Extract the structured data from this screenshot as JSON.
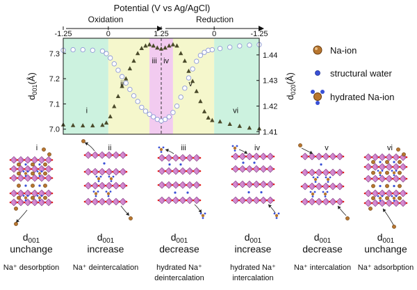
{
  "top_axis": {
    "title": "Potential (V vs Ag/AgCl)",
    "direction_left": "Oxidation",
    "direction_right": "Reduction",
    "ticks": [
      "-1.25",
      "0",
      "1.25",
      "0",
      "-1.25"
    ]
  },
  "chart_data": {
    "type": "scatter",
    "x_range": [
      0,
      1
    ],
    "left_axis": {
      "label_base": "d",
      "label_sub": "001",
      "label_unit": "(Å)",
      "range": [
        6.98,
        7.36
      ],
      "ticks": [
        "7.0",
        "7.1",
        "7.2",
        "7.3"
      ]
    },
    "right_axis": {
      "label_base": "d",
      "label_sub": "020",
      "label_unit": "(Å)",
      "range": [
        1.409,
        1.4465
      ],
      "ticks": [
        "1.41",
        "1.42",
        "1.43",
        "1.44"
      ]
    },
    "regions": [
      {
        "label": "i",
        "x_start": 0.0,
        "x_end": 0.23,
        "color": "#ccf2df"
      },
      {
        "label": "ii",
        "x_start": 0.23,
        "x_end": 0.44,
        "color": "#f5f7cc"
      },
      {
        "label": "iii",
        "x_start": 0.44,
        "x_end": 0.5,
        "color": "#f2cbf0"
      },
      {
        "label": "iv",
        "x_start": 0.5,
        "x_end": 0.56,
        "color": "#f2cbf0"
      },
      {
        "label": "v",
        "x_start": 0.56,
        "x_end": 0.77,
        "color": "#f5f7cc"
      },
      {
        "label": "vi",
        "x_start": 0.77,
        "x_end": 1.0,
        "color": "#ccf2df"
      }
    ],
    "series": [
      {
        "axis": "left",
        "marker": "triangle",
        "color": "#4a4a2a",
        "points": [
          [
            0.0,
            7.018
          ],
          [
            0.05,
            7.015
          ],
          [
            0.1,
            7.014
          ],
          [
            0.15,
            7.014
          ],
          [
            0.2,
            7.016
          ],
          [
            0.22,
            7.025
          ],
          [
            0.24,
            7.05
          ],
          [
            0.26,
            7.09
          ],
          [
            0.28,
            7.13
          ],
          [
            0.3,
            7.17
          ],
          [
            0.32,
            7.2
          ],
          [
            0.34,
            7.24
          ],
          [
            0.36,
            7.27
          ],
          [
            0.38,
            7.3
          ],
          [
            0.4,
            7.32
          ],
          [
            0.42,
            7.33
          ],
          [
            0.44,
            7.335
          ],
          [
            0.46,
            7.33
          ],
          [
            0.48,
            7.322
          ],
          [
            0.5,
            7.318
          ],
          [
            0.52,
            7.322
          ],
          [
            0.54,
            7.33
          ],
          [
            0.56,
            7.335
          ],
          [
            0.58,
            7.33
          ],
          [
            0.6,
            7.3
          ],
          [
            0.62,
            7.27
          ],
          [
            0.64,
            7.23
          ],
          [
            0.66,
            7.19
          ],
          [
            0.68,
            7.15
          ],
          [
            0.7,
            7.11
          ],
          [
            0.72,
            7.07
          ],
          [
            0.74,
            7.045
          ],
          [
            0.76,
            7.035
          ],
          [
            0.8,
            7.03
          ],
          [
            0.85,
            7.02
          ],
          [
            0.9,
            7.012
          ],
          [
            0.95,
            7.005
          ],
          [
            1.0,
            7.002
          ]
        ]
      },
      {
        "axis": "right",
        "marker": "circle",
        "color": "#8d99d6",
        "points": [
          [
            0.0,
            1.4418
          ],
          [
            0.05,
            1.442
          ],
          [
            0.1,
            1.442
          ],
          [
            0.15,
            1.4418
          ],
          [
            0.2,
            1.4415
          ],
          [
            0.22,
            1.4405
          ],
          [
            0.24,
            1.4388
          ],
          [
            0.26,
            1.4365
          ],
          [
            0.28,
            1.434
          ],
          [
            0.3,
            1.4315
          ],
          [
            0.32,
            1.429
          ],
          [
            0.34,
            1.4265
          ],
          [
            0.36,
            1.424
          ],
          [
            0.38,
            1.4218
          ],
          [
            0.4,
            1.4195
          ],
          [
            0.42,
            1.418
          ],
          [
            0.44,
            1.4168
          ],
          [
            0.46,
            1.4158
          ],
          [
            0.48,
            1.4148
          ],
          [
            0.5,
            1.4142
          ],
          [
            0.52,
            1.4148
          ],
          [
            0.54,
            1.4158
          ],
          [
            0.56,
            1.4175
          ],
          [
            0.58,
            1.42
          ],
          [
            0.6,
            1.4235
          ],
          [
            0.62,
            1.427
          ],
          [
            0.64,
            1.431
          ],
          [
            0.66,
            1.4345
          ],
          [
            0.68,
            1.4375
          ],
          [
            0.7,
            1.4398
          ],
          [
            0.72,
            1.441
          ],
          [
            0.74,
            1.4418
          ],
          [
            0.76,
            1.442
          ],
          [
            0.8,
            1.4425
          ],
          [
            0.85,
            1.443
          ],
          [
            0.9,
            1.4435
          ],
          [
            0.95,
            1.4438
          ],
          [
            1.0,
            1.444
          ]
        ]
      }
    ]
  },
  "legend": [
    {
      "icon": "na-ion-icon",
      "label": "Na-ion"
    },
    {
      "icon": "structural-water-icon",
      "label": "structural water"
    },
    {
      "icon": "hydrated-na-ion-icon",
      "label": "hydrated Na-ion"
    }
  ],
  "stages": [
    {
      "label": "i",
      "caption_base": "d",
      "caption_sub": "001",
      "caption_action": "unchange",
      "mech_line1": "Na⁺ desorbption",
      "mech_line2": ""
    },
    {
      "label": "ii",
      "caption_base": "d",
      "caption_sub": "001",
      "caption_action": "increase",
      "mech_line1": "Na⁺ deintercalation",
      "mech_line2": ""
    },
    {
      "label": "iii",
      "caption_base": "d",
      "caption_sub": "001",
      "caption_action": "decrease",
      "mech_line1": "hydrated Na⁺",
      "mech_line2": "deintercalation"
    },
    {
      "label": "iv",
      "caption_base": "d",
      "caption_sub": "001",
      "caption_action": "increase",
      "mech_line1": "hydrated Na⁺",
      "mech_line2": "intercalation"
    },
    {
      "label": "v",
      "caption_base": "d",
      "caption_sub": "001",
      "caption_action": "decrease",
      "mech_line1": "Na⁺ intercalation",
      "mech_line2": ""
    },
    {
      "label": "vi",
      "caption_base": "d",
      "caption_sub": "001",
      "caption_action": "unchange",
      "mech_line1": "Na⁺ adsorbption",
      "mech_line2": ""
    }
  ]
}
